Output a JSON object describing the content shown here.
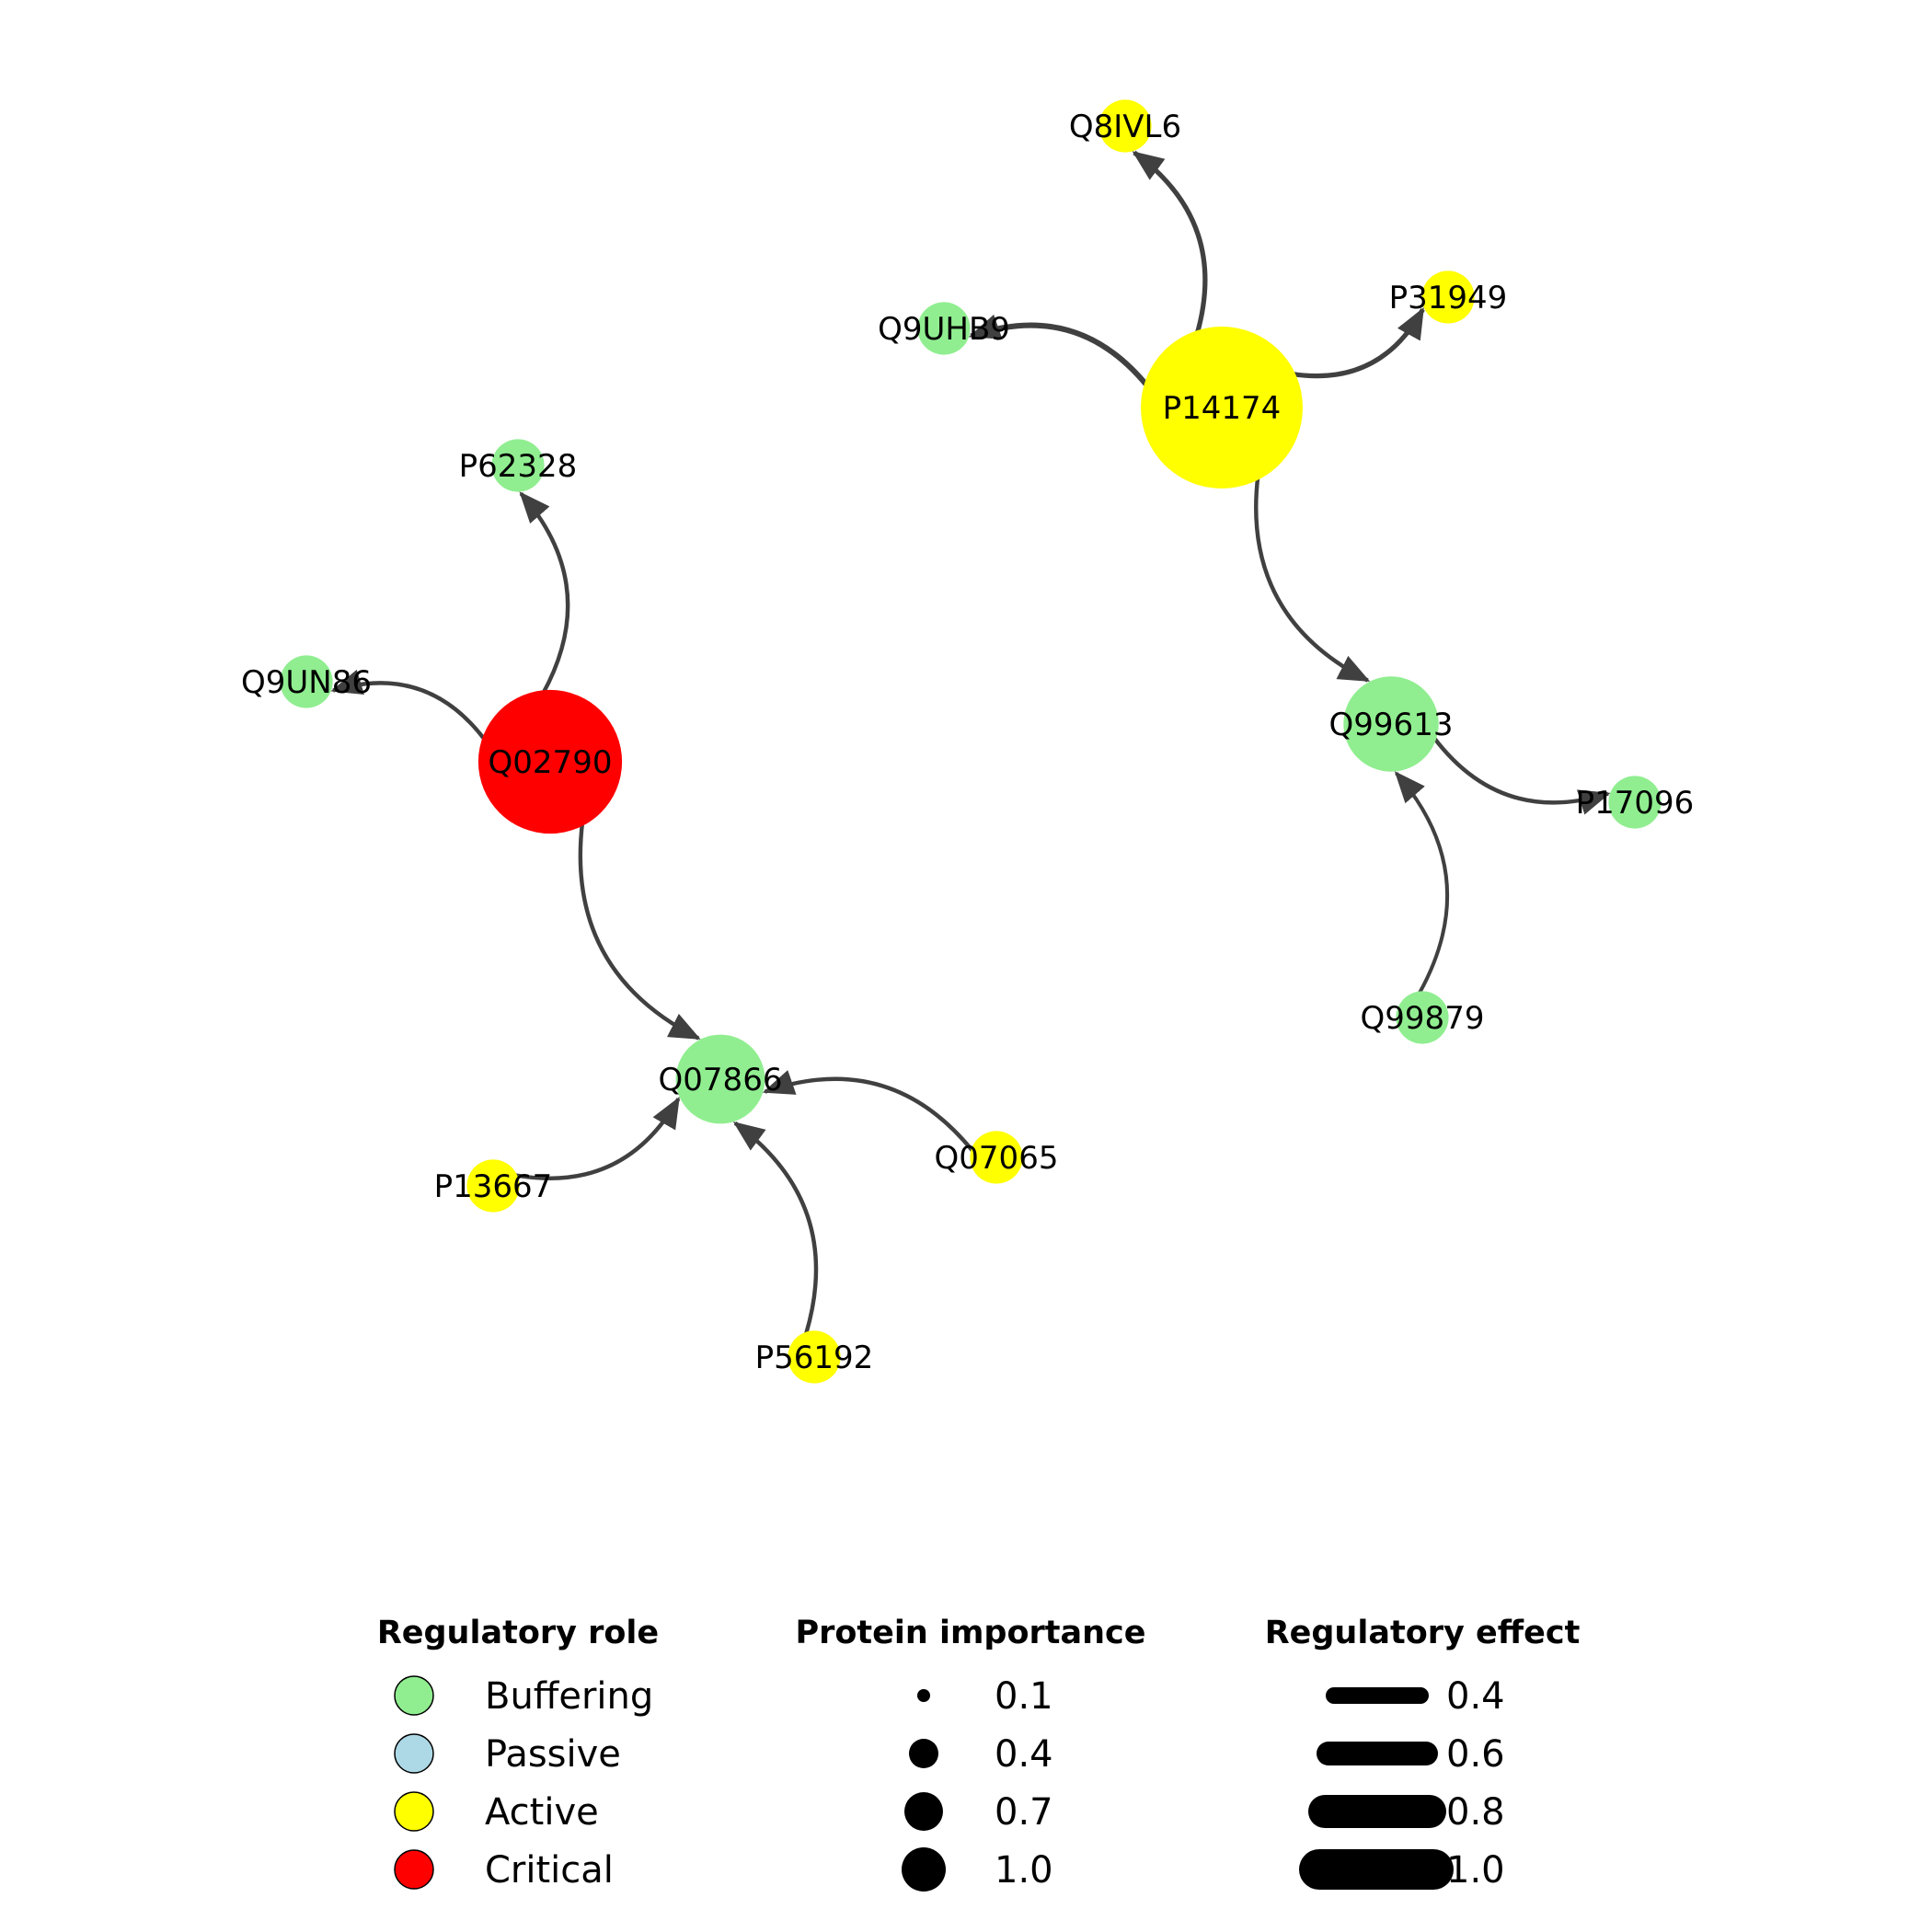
{
  "colors": {
    "Buffering": "#90ee90",
    "Passive": "#add8e6",
    "Active": "#ffff00",
    "Critical": "#ff0000",
    "edge": "#404040"
  },
  "nodes": [
    {
      "id": "P14174",
      "role": "Active",
      "importance": 1.0
    },
    {
      "id": "Q8IVL6",
      "role": "Active",
      "importance": 0.1
    },
    {
      "id": "P31949",
      "role": "Active",
      "importance": 0.1
    },
    {
      "id": "Q9UHB9",
      "role": "Buffering",
      "importance": 0.1
    },
    {
      "id": "Q99613",
      "role": "Buffering",
      "importance": 0.45
    },
    {
      "id": "P17096",
      "role": "Buffering",
      "importance": 0.1
    },
    {
      "id": "Q99879",
      "role": "Buffering",
      "importance": 0.1
    },
    {
      "id": "Q02790",
      "role": "Critical",
      "importance": 0.85
    },
    {
      "id": "P62328",
      "role": "Buffering",
      "importance": 0.1
    },
    {
      "id": "Q9UN86",
      "role": "Buffering",
      "importance": 0.1
    },
    {
      "id": "Q07866",
      "role": "Buffering",
      "importance": 0.4
    },
    {
      "id": "P13667",
      "role": "Active",
      "importance": 0.1
    },
    {
      "id": "Q07065",
      "role": "Active",
      "importance": 0.1
    },
    {
      "id": "P56192",
      "role": "Active",
      "importance": 0.1
    }
  ],
  "edges": [
    {
      "source": "P14174",
      "target": "Q8IVL6",
      "effect": 0.8
    },
    {
      "source": "P14174",
      "target": "P31949",
      "effect": 0.8
    },
    {
      "source": "P14174",
      "target": "Q9UHB9",
      "effect": 1.0
    },
    {
      "source": "P14174",
      "target": "Q99613",
      "effect": 0.6
    },
    {
      "source": "Q99613",
      "target": "P17096",
      "effect": 0.6
    },
    {
      "source": "Q99879",
      "target": "Q99613",
      "effect": 0.5
    },
    {
      "source": "Q02790",
      "target": "P62328",
      "effect": 0.6
    },
    {
      "source": "Q02790",
      "target": "Q9UN86",
      "effect": 0.6
    },
    {
      "source": "Q02790",
      "target": "Q07866",
      "effect": 0.6
    },
    {
      "source": "P13667",
      "target": "Q07866",
      "effect": 0.6
    },
    {
      "source": "Q07065",
      "target": "Q07866",
      "effect": 0.6
    },
    {
      "source": "P56192",
      "target": "Q07866",
      "effect": 0.6
    }
  ],
  "legend": {
    "role_title": "Regulatory role",
    "roles": [
      "Buffering",
      "Passive",
      "Active",
      "Critical"
    ],
    "importance_title": "Protein importance",
    "importance_items": [
      "0.1",
      "0.4",
      "0.7",
      "1.0"
    ],
    "effect_title": "Regulatory effect",
    "effect_items": [
      "0.4",
      "0.6",
      "0.8",
      "1.0"
    ]
  }
}
